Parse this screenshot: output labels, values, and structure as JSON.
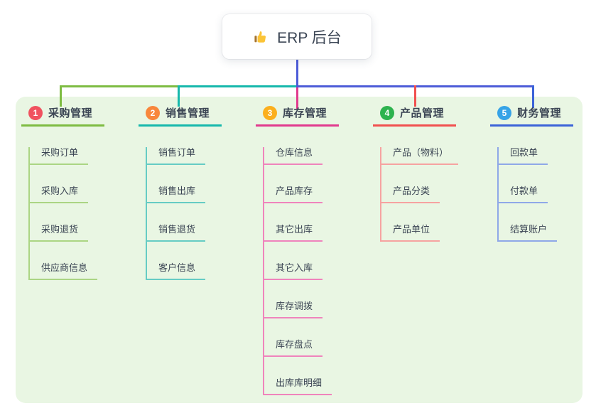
{
  "root": {
    "label": "ERP 后台",
    "icon": "thumbs-up-icon"
  },
  "branches": [
    {
      "num": "1",
      "label": "采购管理",
      "badge_color": "#f0525f",
      "line_color": "#7ebc42",
      "child_line_color": "#abd584",
      "children": [
        "采购订单",
        "采购入库",
        "采购退货",
        "供应商信息"
      ]
    },
    {
      "num": "2",
      "label": "销售管理",
      "badge_color": "#f8873c",
      "line_color": "#16b8ac",
      "child_line_color": "#66ccc4",
      "children": [
        "销售订单",
        "销售出库",
        "销售退货",
        "客户信息"
      ]
    },
    {
      "num": "3",
      "label": "库存管理",
      "badge_color": "#fbaf1d",
      "line_color": "#e13a8e",
      "child_line_color": "#ef84bc",
      "children": [
        "仓库信息",
        "产品库存",
        "其它出库",
        "其它入库",
        "库存调拨",
        "库存盘点",
        "出库库明细"
      ]
    },
    {
      "num": "4",
      "label": "产品管理",
      "badge_color": "#2db34e",
      "line_color": "#f1504f",
      "child_line_color": "#f6a3a1",
      "children": [
        "产品（物料）",
        "产品分类",
        "产品单位"
      ]
    },
    {
      "num": "5",
      "label": "财务管理",
      "badge_color": "#36a3e7",
      "line_color": "#3b63d8",
      "child_line_color": "#8fa8e8",
      "children": [
        "回款单",
        "付款单",
        "结算账户"
      ]
    }
  ],
  "colors": {
    "panel_bg": "#e9f6e3",
    "trunk": "#4d5cd8",
    "text": "#3b4554",
    "thumb_hand": "#fbc437",
    "thumb_cuff": "#a9762f"
  }
}
